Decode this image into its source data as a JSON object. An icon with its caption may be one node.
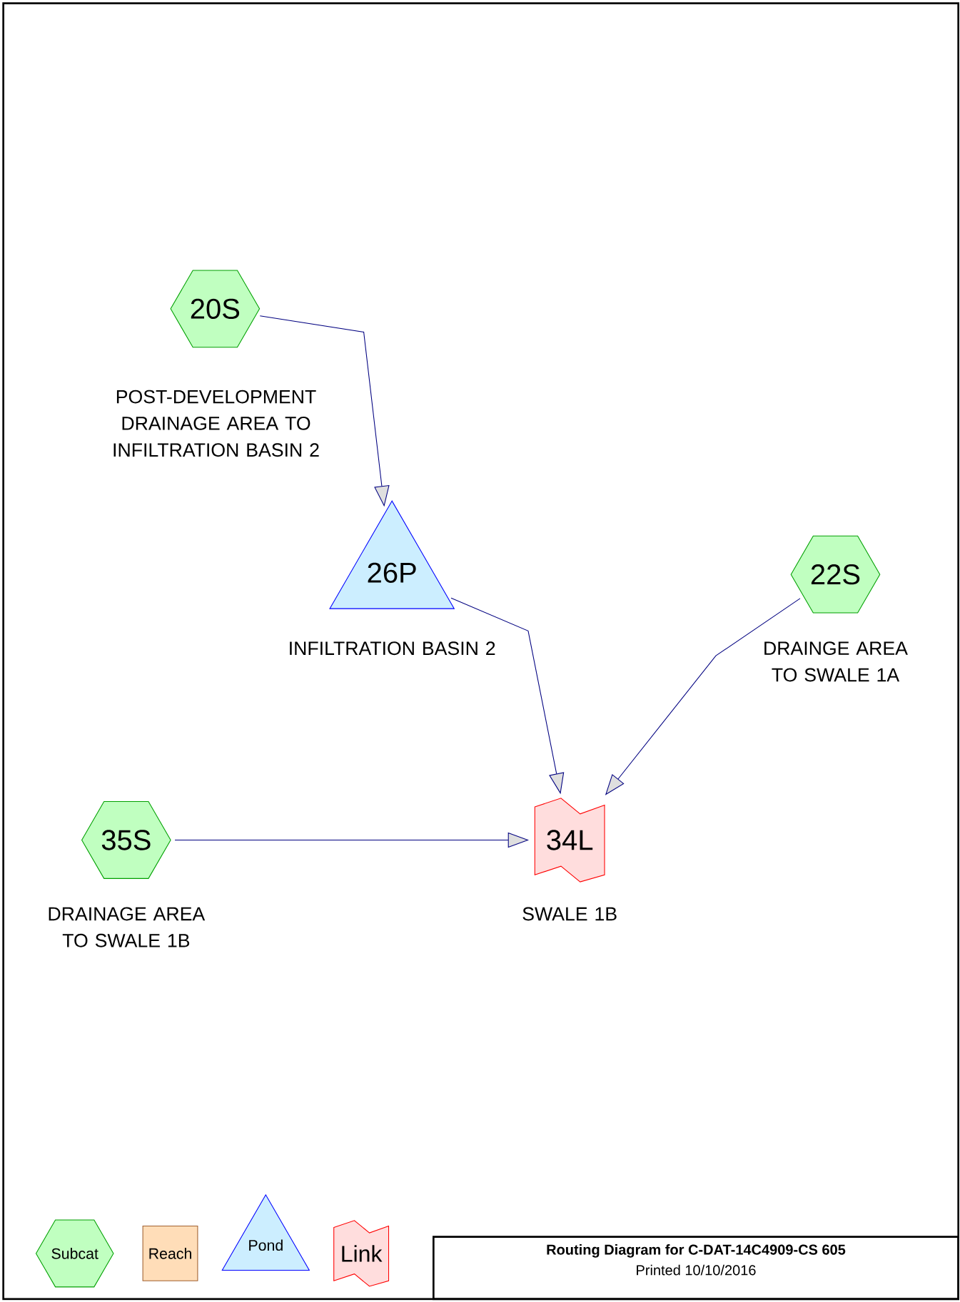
{
  "diagram": {
    "nodes": [
      {
        "text": [
          "20S"
        ],
        "beside": [
          "POST-DEVELOPMENT DRAINAGE AREA TO INFILTRATION BASIN 2"
        ]
      },
      {
        "text": [
          "26P"
        ],
        "beside": [
          "INFILTRATION BASIN 2"
        ]
      },
      {
        "text": [
          "22S"
        ],
        "beside": [
          "DRAINGE AREA TO SWALE 1A"
        ]
      },
      {
        "text": [
          "35S"
        ],
        "beside": [
          "DRAINAGE AREA TO SWALE 1B"
        ]
      },
      {
        "text": [
          "34L"
        ],
        "beside": [
          "SWALE 1B"
        ]
      }
    ],
    "edges": [
      {
        "from": 0,
        "to": 1,
        "arrow": "to"
      },
      {
        "from": 1,
        "to": 4,
        "arrow": "to"
      },
      {
        "from": 2,
        "to": 4,
        "arrow": "to"
      },
      {
        "from": 3,
        "to": 4,
        "arrow": "to"
      }
    ],
    "labels": [
      "Routing Diagram for C-DAT-14C4909-CS 605",
      "Printed 10/10/2016"
    ],
    "legend": [
      {
        "text": "Subcat"
      },
      {
        "text": "Reach"
      },
      {
        "text": "Pond"
      },
      {
        "text": "Link"
      }
    ]
  }
}
